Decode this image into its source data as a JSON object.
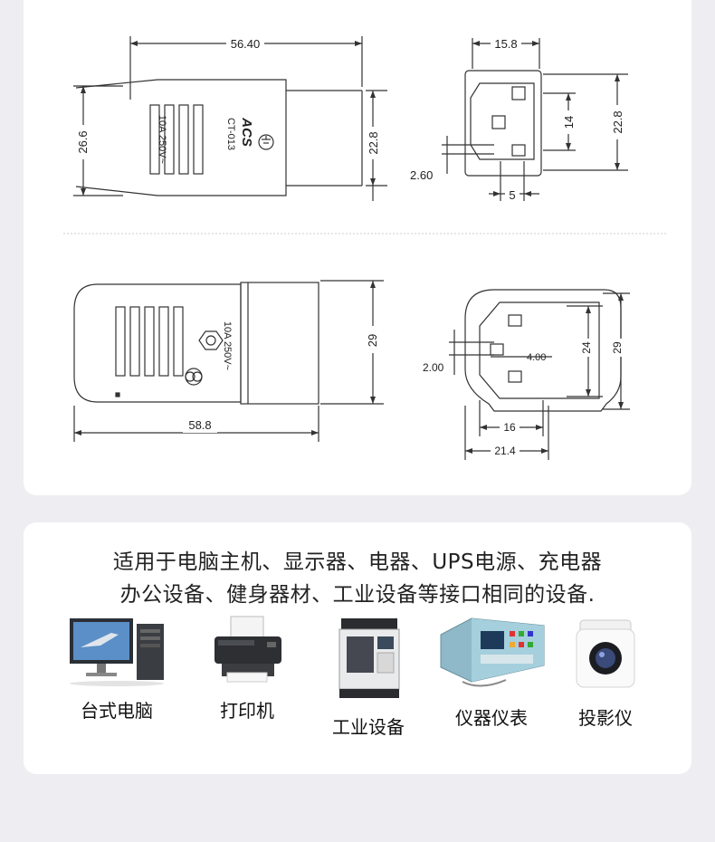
{
  "drawing_top": {
    "dims": {
      "width_top": "56.40",
      "height_side": "26.6",
      "height_body": "22.8",
      "face_width": "15.8",
      "pin_spacing": "14",
      "face_height": "22.8",
      "pin_thickness": "2.60",
      "pin_gap": "5"
    },
    "label_rating": "10A  250V~",
    "label_model": "CT-013",
    "label_brand": "ACS"
  },
  "drawing_bottom": {
    "dims": {
      "height": "29",
      "length": "58.8",
      "pin_thickness": "2.00",
      "pin_width": "4.00",
      "inner_height": "24",
      "outer_height": "29",
      "inner_width": "16",
      "outer_width": "21.4"
    },
    "label_rating": "10A  250V~"
  },
  "caption": {
    "line1": "适用于电脑主机、显示器、电器、UPS电源、充电器",
    "line2": "办公设备、健身器材、工业设备等接口相同的设备."
  },
  "applications": [
    {
      "label": "台式电脑"
    },
    {
      "label": "打印机"
    },
    {
      "label": "工业设备"
    },
    {
      "label": "仪器仪表"
    },
    {
      "label": "投影仪"
    }
  ]
}
